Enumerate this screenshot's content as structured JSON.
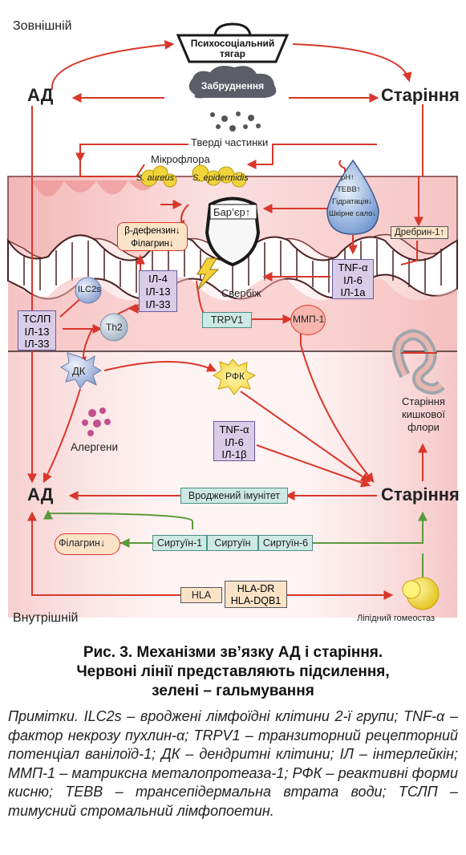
{
  "labels": {
    "external": "Зовнішній",
    "internal": "Внутрішній",
    "ad_top": "АД",
    "aging_top": "Старіння",
    "ad_bottom": "АД",
    "aging_bottom": "Старіння",
    "psycho_line1": "Психосоціальний",
    "psycho_line2": "тягар",
    "pollution": "Забруднення",
    "particles": "Тверді частинки",
    "microflora": "Мікрофлора",
    "s_aureus": "S. aureus",
    "s_epidermidis": "S. epidermidis",
    "barrier": "Бар’єр↑",
    "ph": "pH↑",
    "tewl": "ТЕВВ↑",
    "hydration": "Гідратація↓",
    "sebum": "Шкірне сало↓",
    "drebrin": "Дребрин-1↑",
    "bdef_line1": "β-дефензин↓",
    "bdef_line2": "Філагрин↓",
    "il_box_1": "ІЛ-4",
    "il_box_2": "ІЛ-13",
    "il_box_3": "ІЛ-33",
    "tnf_right_1": "TNF-α",
    "tnf_right_2": "ІЛ-6",
    "tnf_right_3": "ІЛ-1a",
    "itch": "Свербіж",
    "ilc2s": "ILC2s",
    "th2": "Th2",
    "tslp_1": "ТСЛП",
    "tslp_2": "ІЛ-13",
    "tslp_3": "ІЛ-33",
    "trpv1": "TRPV1",
    "mmp1": "ММП-1",
    "dk": "ДК",
    "rfk": "РФК",
    "allergens": "Алергени",
    "tnf_mid_1": "TNF-α",
    "tnf_mid_2": "ІЛ-6",
    "tnf_mid_3": "ІЛ-1β",
    "gut_1": "Старіння",
    "gut_2": "кишкової",
    "gut_3": "флори",
    "innate": "Вроджений імунітет",
    "filaggrin": "Філагрин↓",
    "sirt1": "Сиртуїн-1",
    "sirt": "Сиртуїн",
    "sirt6": "Сиртуїн-6",
    "hla": "HLA",
    "hla_dr": "HLA-DR",
    "hla_dqb1": "HLA-DQB1",
    "lipid": "Ліпідний гомеостаз"
  },
  "colors": {
    "activation": "#d9372b",
    "inhibition": "#5a9a3c",
    "skin_pink": "#f6c9c9",
    "box_lilac": "#d9cce6",
    "box_teal": "#cde9e3",
    "box_peach": "#fbe3c8"
  },
  "caption": {
    "line1": "Рис. 3. Механізми зв’язку АД і старіння.",
    "line2": "Червоні лінії представляють підсилення,",
    "line3": "зелені – гальмування"
  },
  "note": "Примітки. ILC2s – вроджені лімфоїдні клітини 2-ї групи; TNF-α – фактор некрозу пухлин-α; TRPV1 – транзиторний рецепторний потенціал ванілоїд-1; ДК – дендритні клітини; ІЛ – інтерлейкін; ММП-1 – матриксна металопротеаза-1; РФК – реактивні форми кисню; ТЕВВ – трансепідермальна втрата води; ТСЛП – тимусний стромальний лімфопоетин."
}
